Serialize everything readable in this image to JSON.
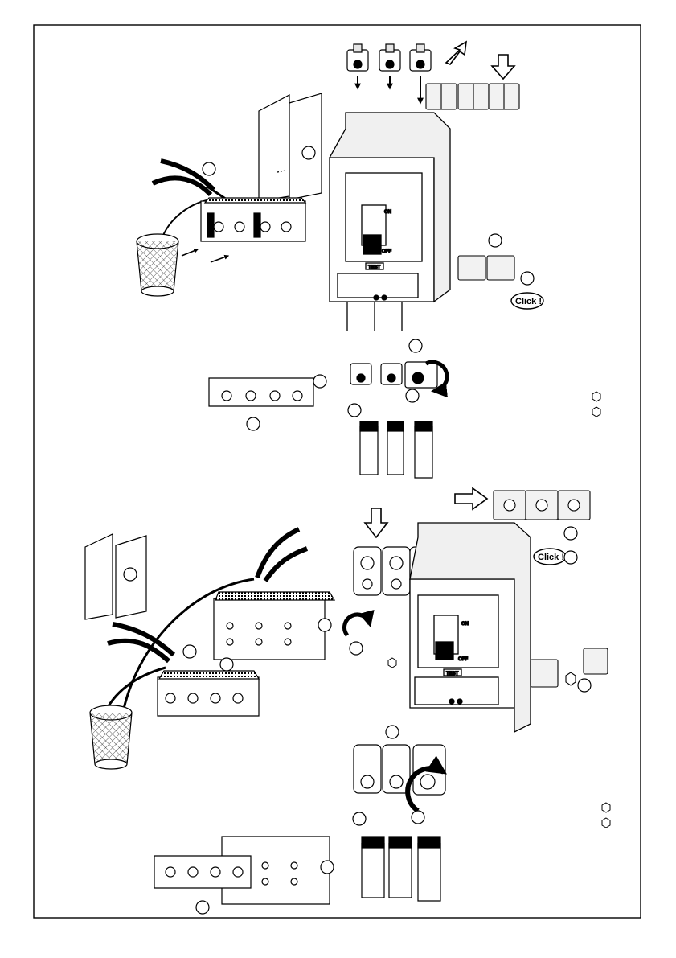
{
  "page": {
    "colors": {
      "ink": "#000000",
      "paper": "#ffffff",
      "shade": "#cfcfcf",
      "dark": "#1a1a1a"
    }
  },
  "top": {
    "switch_on": "ON",
    "switch_off": "OFF",
    "test_button": "TEST",
    "click_label": "Click !",
    "icons": [
      "breaker-icon",
      "pliers-icon",
      "waste-bin-icon",
      "screwdriver-icon",
      "hex-key-icon"
    ]
  },
  "bottom": {
    "switch_on": "ON",
    "switch_off": "OFF",
    "test_button": "TEST",
    "click_label": "Click !"
  }
}
